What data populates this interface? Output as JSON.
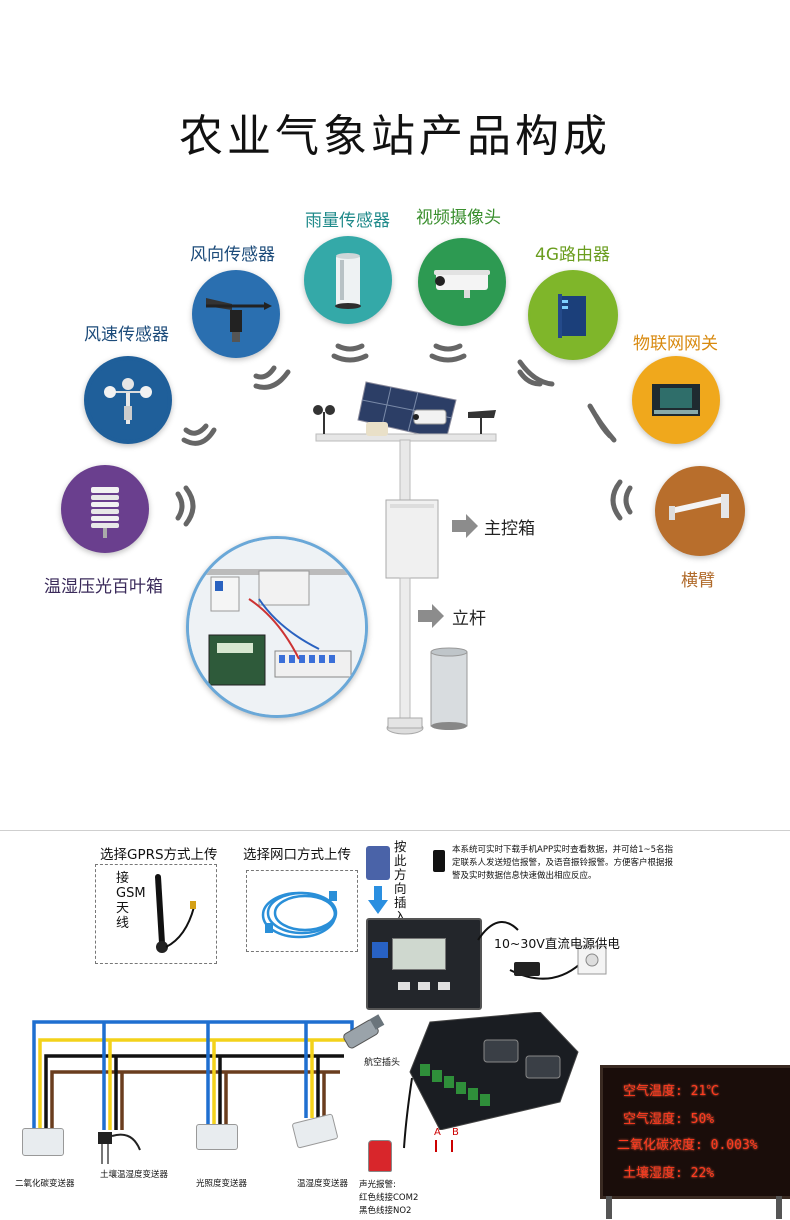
{
  "title": "农业气象站产品构成",
  "components": {
    "wind_speed": "风速传感器",
    "wind_direction": "风向传感器",
    "rain_gauge": "雨量传感器",
    "camera": "视频摄像头",
    "router": "4G路由器",
    "iot_gateway": "物联网网关",
    "louver_box": "温湿压光百叶箱",
    "crossarm": "横臂",
    "main_box": "主控箱",
    "pole": "立杆"
  },
  "wiring": {
    "gprs_title": "选择GPRS方式上传",
    "gsm_label": "接GSM天线",
    "ethernet_title": "选择网口方式上传",
    "insert_label": "按此方向插入",
    "power_label": "10~30V直流电源供电",
    "aviation_plug": "航空插头",
    "ab_a": "A",
    "ab_b": "B",
    "note": "本系统可实时下载手机APP实时查看数据，并可给1~5名指定联系人发送短信报警，及语音振铃报警。方便客户根据报警及实时数据信息快速做出相应反应。",
    "sensors": [
      "二氧化碳变送器",
      "土壤温湿度变送器",
      "光照度变送器",
      "温湿度变送器"
    ],
    "alarm": [
      "声光报警:",
      "红色线接COM2",
      "黑色线接NO2"
    ]
  },
  "led_display": [
    "空气温度: 21℃",
    "空气湿度: 50%",
    "二氧化碳浓度: 0.003%",
    "土壤湿度: 22%"
  ],
  "colors": {
    "wind_speed_bg": "#1f5f9a",
    "wind_dir_bg": "#2a6fb0",
    "rain_bg": "#34a9a8",
    "camera_bg": "#2d9a52",
    "router_bg": "#7fb62a",
    "gateway_bg": "#f0a81c",
    "louver_bg": "#6a3f8e",
    "crossarm_bg": "#b86e2c",
    "wire_blue": "#1e6fd0",
    "wire_yellow": "#f3d21a",
    "wire_black": "#111111",
    "wire_brown": "#6a3d1e"
  }
}
